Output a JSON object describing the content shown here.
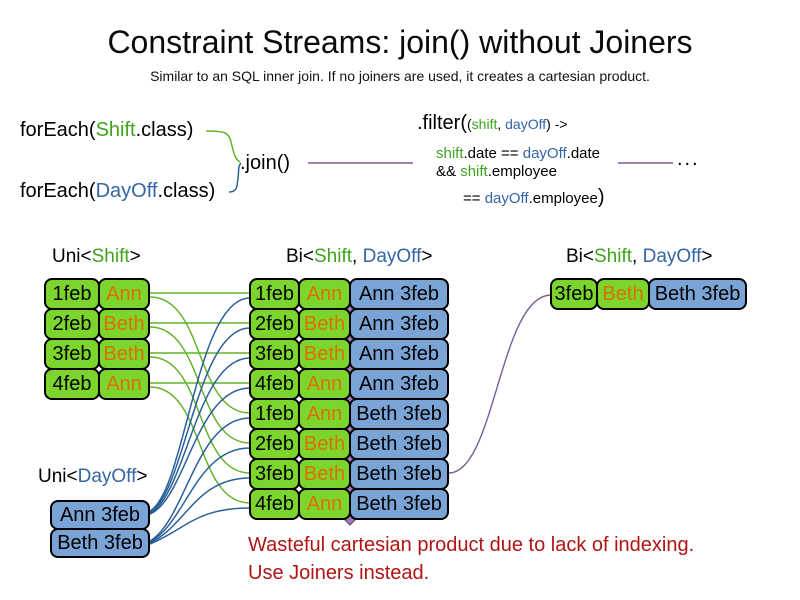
{
  "slide": {
    "title": "Constraint Streams: join() without Joiners",
    "subtitle": "Similar to an SQL inner join. If no joiners are used, it creates a cartesian product."
  },
  "code": {
    "foreach_shift": {
      "pre": "forEach(",
      "cls": "Shift",
      "post": ".class)"
    },
    "foreach_dayoff": {
      "pre": "forEach(",
      "cls": "DayOff",
      "post": ".class)"
    },
    "join": ".join()",
    "filter": {
      "head": ".filter(",
      "args_open": "(",
      "arg1": "shift",
      "args_sep": ", ",
      "arg2": "dayOff",
      "args_close": ") ->",
      "line2": {
        "s1": "shift",
        "s2": ".date == ",
        "s3": "dayOff",
        "s4": ".date"
      },
      "line3": {
        "s1": "&& ",
        "s2": "shift",
        "s3": ".employee"
      },
      "line4": {
        "s1": "== ",
        "s2": "dayOff",
        "s3": ".employee",
        "close": ")"
      }
    },
    "ellipsis": "..."
  },
  "labels": {
    "uni_shift": {
      "pre": "Uni<",
      "cls": "Shift",
      "post": ">"
    },
    "bi_mid": {
      "pre": "Bi<",
      "cls1": "Shift",
      "sep": ", ",
      "cls2": "DayOff",
      "post": ">"
    },
    "bi_right": {
      "pre": "Bi<",
      "cls1": "Shift",
      "sep": ", ",
      "cls2": "DayOff",
      "post": ">"
    },
    "uni_dayoff": {
      "pre": "Uni<",
      "cls": "DayOff",
      "post": ">"
    }
  },
  "uni_shift_rows": [
    {
      "date": "1feb",
      "name": "Ann"
    },
    {
      "date": "2feb",
      "name": "Beth"
    },
    {
      "date": "3feb",
      "name": "Beth"
    },
    {
      "date": "4feb",
      "name": "Ann"
    }
  ],
  "bi_rows": [
    {
      "date": "1feb",
      "name": "Ann",
      "pair": "Ann 3feb"
    },
    {
      "date": "2feb",
      "name": "Beth",
      "pair": "Ann 3feb"
    },
    {
      "date": "3feb",
      "name": "Beth",
      "pair": "Ann 3feb"
    },
    {
      "date": "4feb",
      "name": "Ann",
      "pair": "Ann 3feb"
    },
    {
      "date": "1feb",
      "name": "Ann",
      "pair": "Beth 3feb"
    },
    {
      "date": "2feb",
      "name": "Beth",
      "pair": "Beth 3feb"
    },
    {
      "date": "3feb",
      "name": "Beth",
      "pair": "Beth 3feb"
    },
    {
      "date": "4feb",
      "name": "Ann",
      "pair": "Beth 3feb"
    }
  ],
  "bi_right_rows": [
    {
      "date": "3feb",
      "name": "Beth",
      "pair": "Beth 3feb"
    }
  ],
  "uni_dayoff_rows": [
    {
      "pair": "Ann 3feb"
    },
    {
      "pair": "Beth 3feb"
    }
  ],
  "note": {
    "line1": "Wasteful cartesian product due to lack of indexing.",
    "line2": "Use Joiners instead."
  },
  "colors": {
    "box_green": "#7bd52d",
    "box_blue": "#7aa4d6",
    "name_orange": "#e06f00",
    "code_green": "#3fa31c",
    "code_blue": "#3465a4",
    "line_green": "#64b32c",
    "line_blue": "#2a6099",
    "line_purple": "#7b5c94",
    "note_red": "#b11414"
  }
}
